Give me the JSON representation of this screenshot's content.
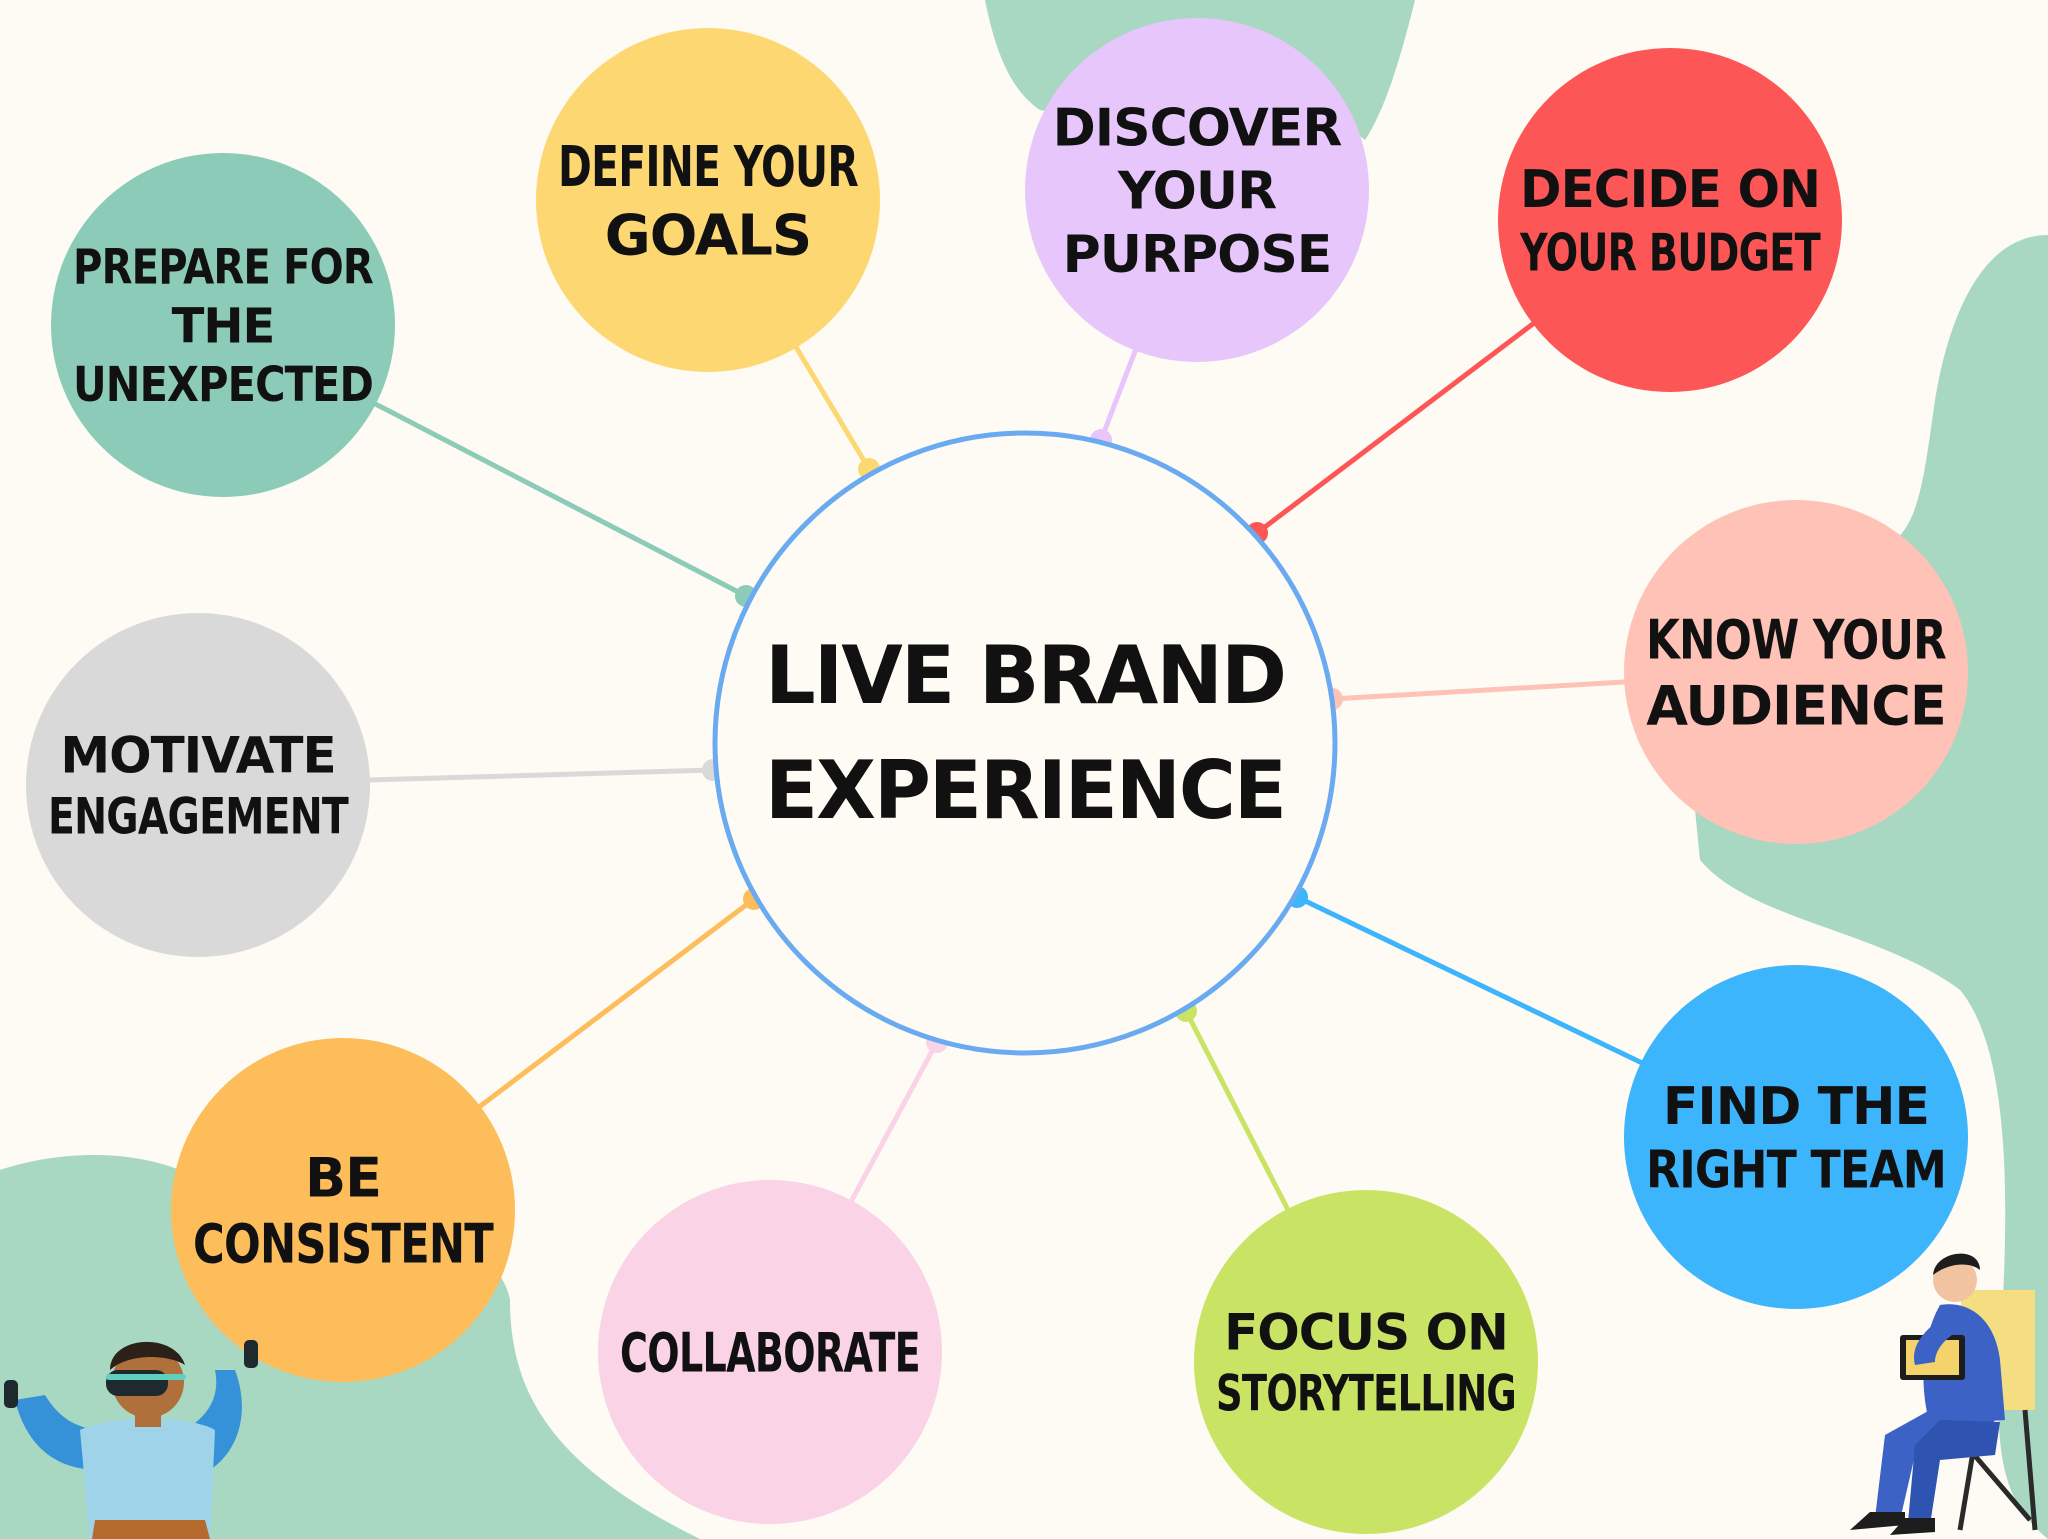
{
  "center": {
    "title": "LIVE BRAND EXPERIENCE",
    "lines": [
      "LIVE BRAND",
      "EXPERIENCE"
    ],
    "ring_color": "#6aaaf0"
  },
  "nodes": [
    {
      "id": "prepare-for-the-unexpected",
      "label": "PREPARE FOR THE UNEXPECTED",
      "lines": [
        "PREPARE FOR",
        "THE",
        "UNEXPECTED"
      ],
      "color": "#8ccbb8"
    },
    {
      "id": "define-your-goals",
      "label": "DEFINE YOUR GOALS",
      "lines": [
        "DEFINE YOUR",
        "GOALS"
      ],
      "color": "#fdd872"
    },
    {
      "id": "discover-your-purpose",
      "label": "DISCOVER YOUR PURPOSE",
      "lines": [
        "DISCOVER",
        "YOUR",
        "PURPOSE"
      ],
      "color": "#e7c6fb"
    },
    {
      "id": "decide-on-your-budget",
      "label": "DECIDE ON YOUR BUDGET",
      "lines": [
        "DECIDE ON",
        "YOUR BUDGET"
      ],
      "color": "#fd5656"
    },
    {
      "id": "know-your-audience",
      "label": "KNOW YOUR AUDIENCE",
      "lines": [
        "KNOW YOUR",
        "AUDIENCE"
      ],
      "color": "#fec2b7"
    },
    {
      "id": "find-the-right-team",
      "label": "FIND THE RIGHT TEAM",
      "lines": [
        "FIND THE",
        "RIGHT TEAM"
      ],
      "color": "#3cb5fc"
    },
    {
      "id": "focus-on-storytelling",
      "label": "FOCUS ON STORYTELLING",
      "lines": [
        "FOCUS ON",
        "STORYTELLING"
      ],
      "color": "#c9e364"
    },
    {
      "id": "collaborate",
      "label": "COLLABORATE",
      "lines": [
        "COLLABORATE"
      ],
      "color": "#fad3e6"
    },
    {
      "id": "be-consistent",
      "label": "BE CONSISTENT",
      "lines": [
        "BE",
        "CONSISTENT"
      ],
      "color": "#fdbd5a"
    },
    {
      "id": "motivate-engagement",
      "label": "MOTIVATE ENGAGEMENT",
      "lines": [
        "MOTIVATE",
        "ENGAGEMENT"
      ],
      "color": "#d9d9d9"
    }
  ],
  "colors": {
    "background": "#fdfbf4",
    "blob": "#a8d8c2"
  }
}
